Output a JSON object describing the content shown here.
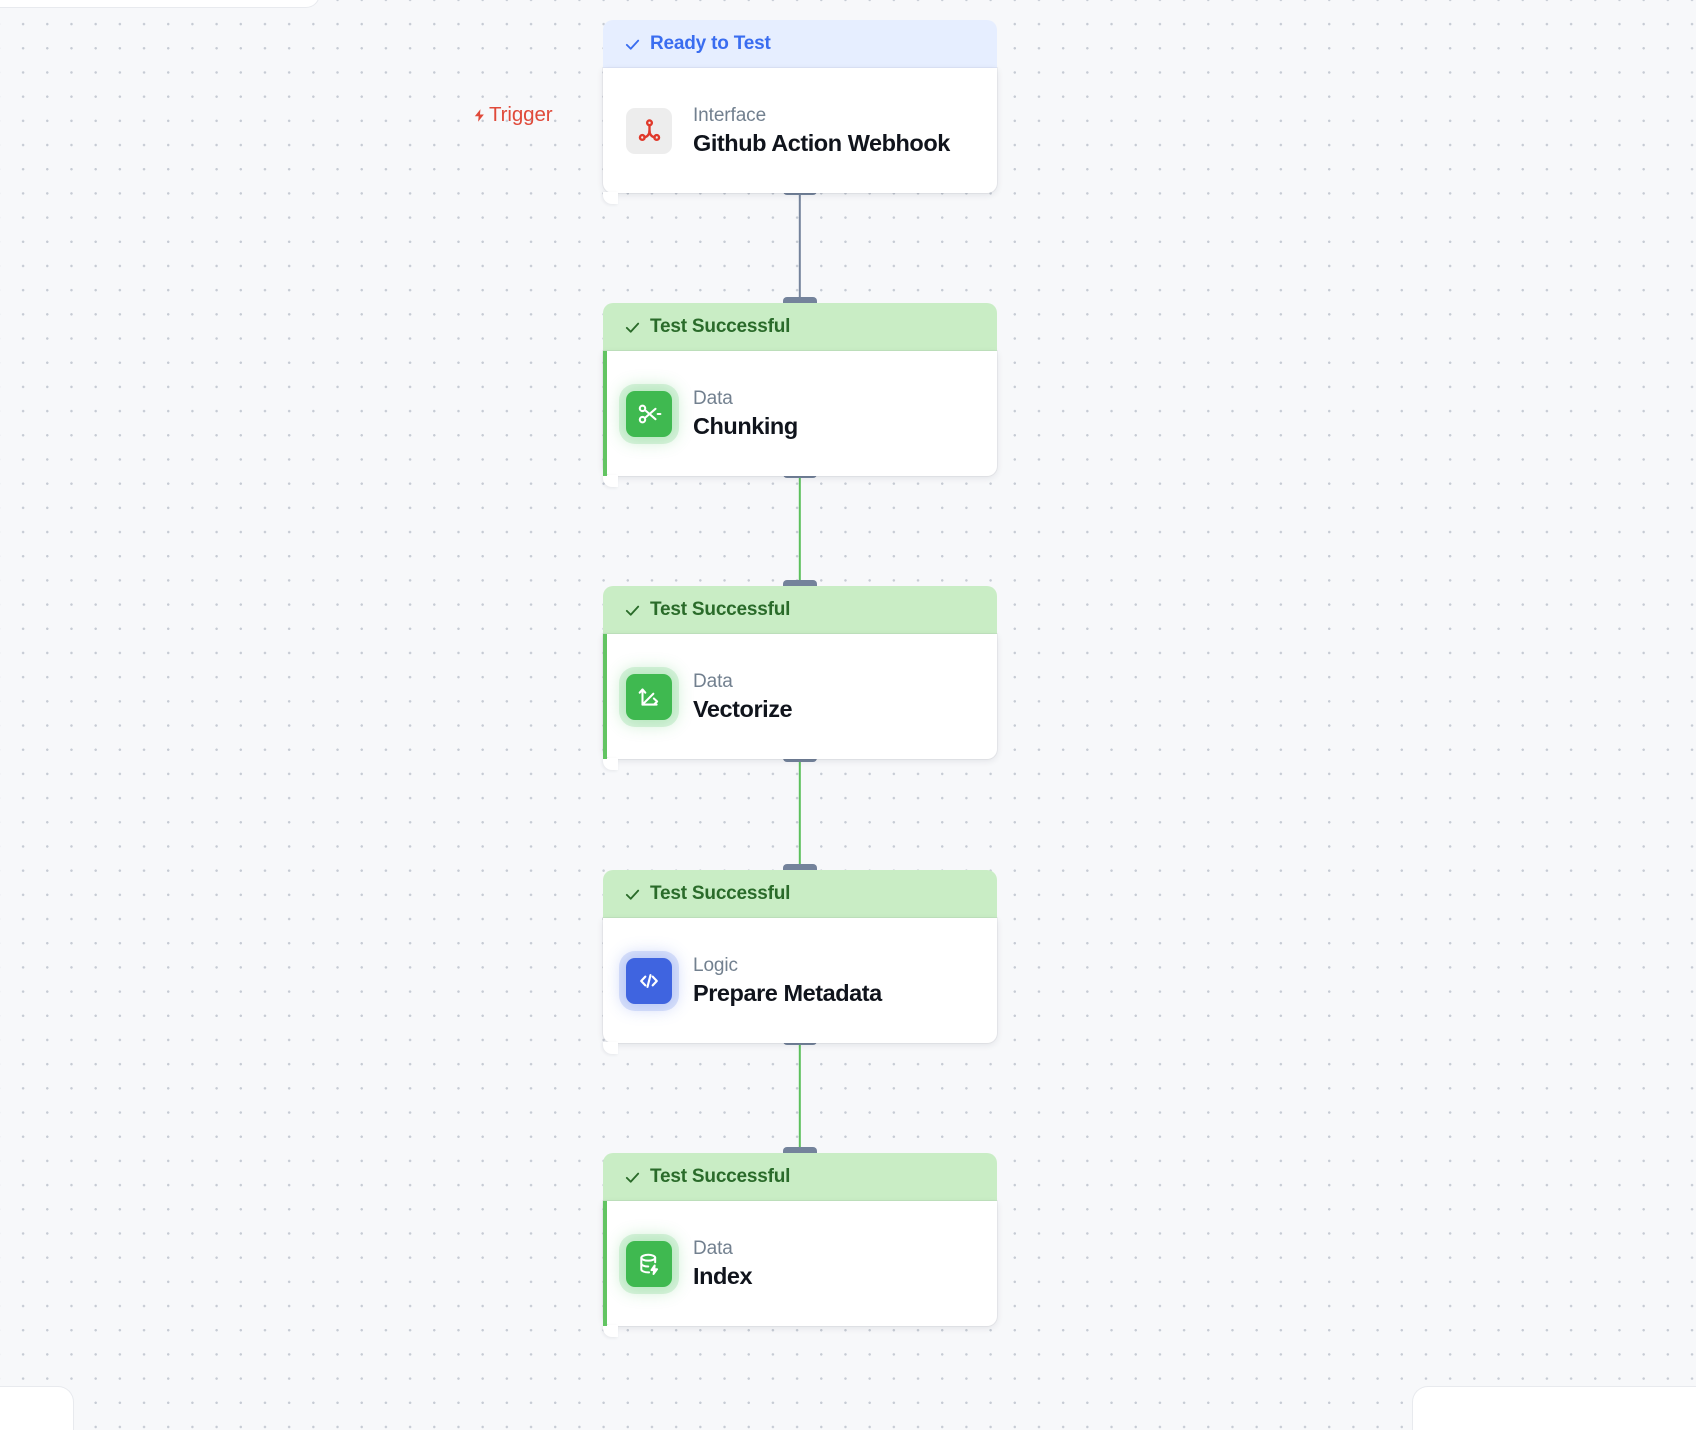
{
  "canvas": {
    "background_color": "#f7f8fa",
    "dot_color": "#c6cbd4"
  },
  "trigger": {
    "label": "Trigger",
    "icon": "lightning-bolt-icon",
    "color": "#e04a3a"
  },
  "status_colors": {
    "ready_text": "#3a6df0",
    "ready_bg": "#e6eeff",
    "success_text": "#2a6b2a",
    "success_bg": "#c9edc5"
  },
  "edge_colors": {
    "pending": "#74839b",
    "success": "#5cc05c",
    "handle": "#74839b"
  },
  "nodes": [
    {
      "status": "Ready to Test",
      "status_type": "ready",
      "kind": "Interface",
      "title": "Github Action Webhook",
      "icon": "github-actions-icon",
      "icon_style": "plain-grey"
    },
    {
      "status": "Test Successful",
      "status_type": "success",
      "kind": "Data",
      "title": "Chunking",
      "icon": "scissors-cut-icon",
      "icon_style": "glow-green"
    },
    {
      "status": "Test Successful",
      "status_type": "success",
      "kind": "Data",
      "title": "Vectorize",
      "icon": "vector-axes-icon",
      "icon_style": "glow-green"
    },
    {
      "status": "Test Successful",
      "status_type": "success",
      "kind": "Logic",
      "title": "Prepare Metadata",
      "icon": "code-brackets-icon",
      "icon_style": "glow-blue"
    },
    {
      "status": "Test Successful",
      "status_type": "success",
      "kind": "Data",
      "title": "Index",
      "icon": "database-lightning-icon",
      "icon_style": "glow-green"
    }
  ],
  "edges": [
    {
      "from": "Github Action Webhook",
      "to": "Chunking",
      "state": "pending"
    },
    {
      "from": "Chunking",
      "to": "Vectorize",
      "state": "success"
    },
    {
      "from": "Vectorize",
      "to": "Prepare Metadata",
      "state": "success"
    },
    {
      "from": "Prepare Metadata",
      "to": "Index",
      "state": "success"
    }
  ]
}
